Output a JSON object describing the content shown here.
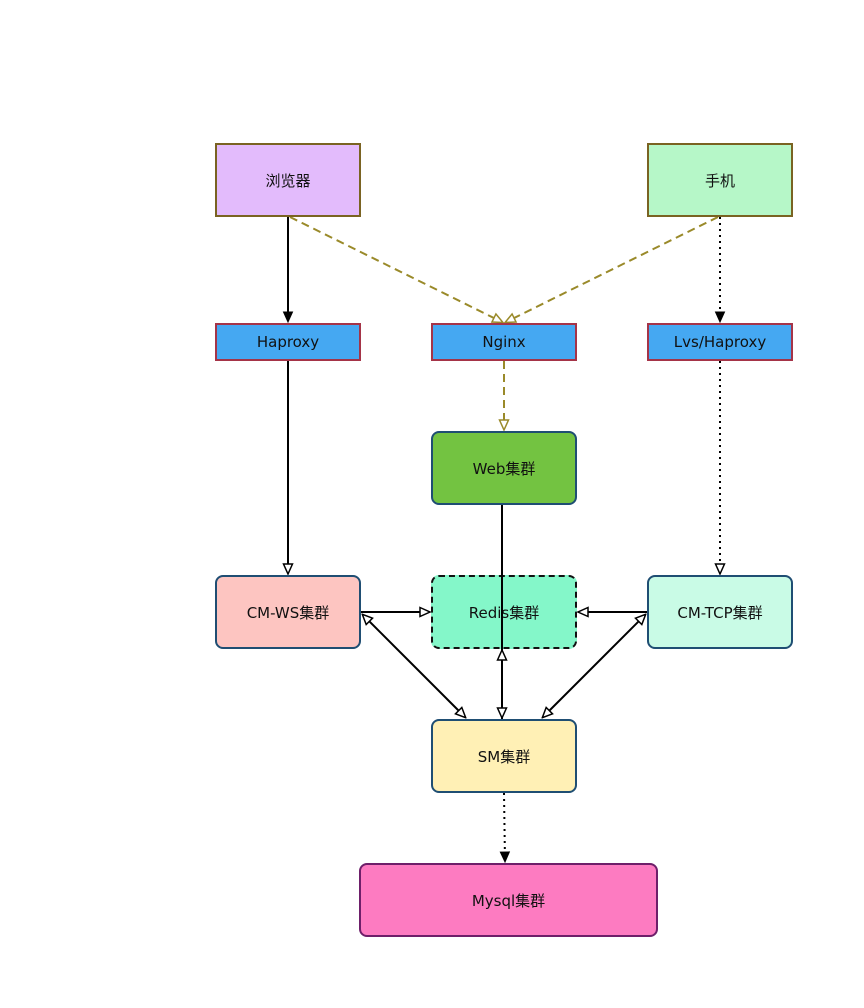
{
  "diagram": {
    "nodes": {
      "browser": {
        "label": "浏览器"
      },
      "phone": {
        "label": "手机"
      },
      "haproxy": {
        "label": "Haproxy"
      },
      "nginx": {
        "label": "Nginx"
      },
      "lvs": {
        "label": "Lvs/Haproxy"
      },
      "web": {
        "label": "Web集群"
      },
      "cmws": {
        "label": "CM-WS集群"
      },
      "redis": {
        "label": "Redis集群"
      },
      "cmtcp": {
        "label": "CM-TCP集群"
      },
      "sm": {
        "label": "SM集群"
      },
      "mysql": {
        "label": "Mysql集群"
      }
    },
    "edges": [
      {
        "from": "browser",
        "to": "haproxy",
        "style": "solid",
        "arrow": "end",
        "color": "#000000"
      },
      {
        "from": "browser",
        "to": "nginx",
        "style": "dashed",
        "arrow": "end",
        "color": "#9a8a2a"
      },
      {
        "from": "phone",
        "to": "nginx",
        "style": "dashed",
        "arrow": "end",
        "color": "#9a8a2a"
      },
      {
        "from": "phone",
        "to": "lvs",
        "style": "dotted",
        "arrow": "end",
        "color": "#000000"
      },
      {
        "from": "haproxy",
        "to": "cmws",
        "style": "solid",
        "arrow": "end",
        "color": "#000000"
      },
      {
        "from": "nginx",
        "to": "web",
        "style": "dashed",
        "arrow": "end",
        "color": "#9a8a2a"
      },
      {
        "from": "lvs",
        "to": "cmtcp",
        "style": "dotted",
        "arrow": "end",
        "color": "#000000"
      },
      {
        "from": "web",
        "to": "sm",
        "style": "solid",
        "arrow": "none",
        "color": "#000000"
      },
      {
        "from": "cmws",
        "to": "redis",
        "style": "solid",
        "arrow": "end",
        "color": "#000000"
      },
      {
        "from": "cmtcp",
        "to": "redis",
        "style": "solid",
        "arrow": "end",
        "color": "#000000"
      },
      {
        "from": "cmws",
        "to": "sm",
        "style": "solid",
        "arrow": "both",
        "color": "#000000"
      },
      {
        "from": "cmtcp",
        "to": "sm",
        "style": "solid",
        "arrow": "both",
        "color": "#000000"
      },
      {
        "from": "redis",
        "to": "sm",
        "style": "solid",
        "arrow": "both",
        "color": "#000000"
      },
      {
        "from": "sm",
        "to": "mysql",
        "style": "dotted",
        "arrow": "end",
        "color": "#000000"
      }
    ]
  }
}
